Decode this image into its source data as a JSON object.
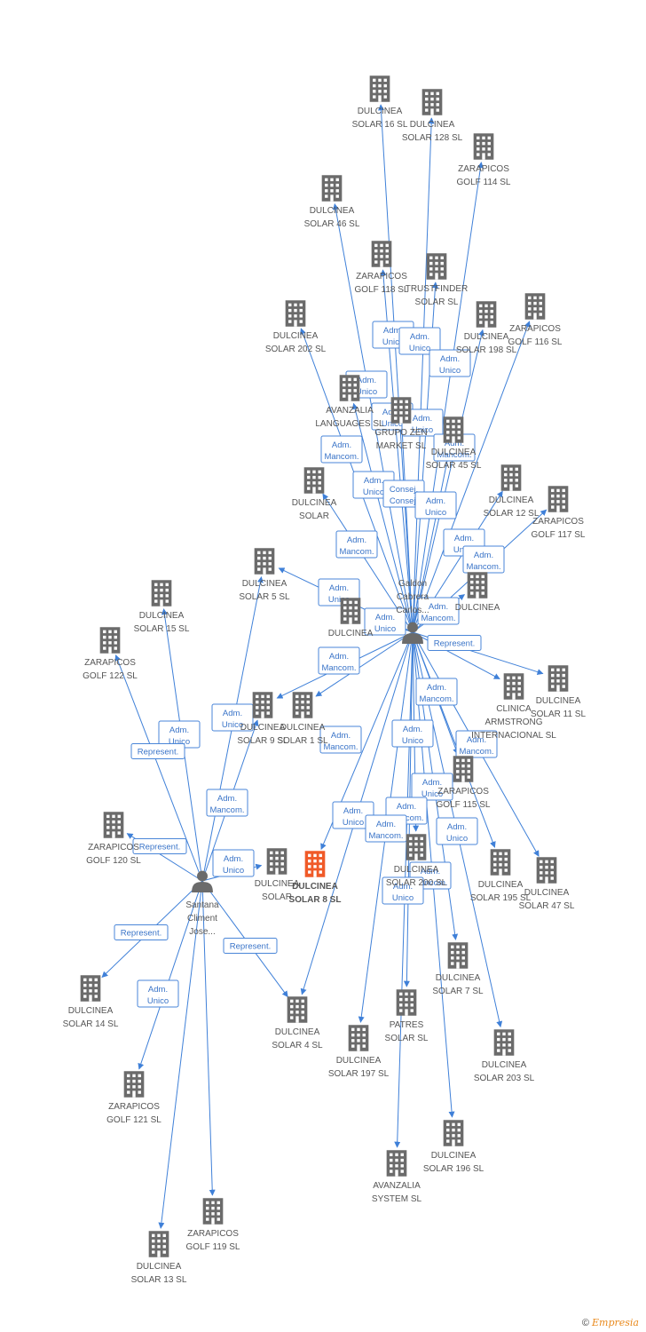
{
  "colors": {
    "edge": "#3f80d8",
    "company": "#6b6b6b",
    "focus": "#f05a28",
    "person": "#6b6b6b"
  },
  "focus_company": "DULCINEA SOLAR 8 SL",
  "persons": [
    {
      "id": "galdon",
      "lines": [
        "Galdon",
        "Cabrera",
        "Carlos..."
      ]
    },
    {
      "id": "santana",
      "lines": [
        "Santana",
        "Climent",
        "Jose..."
      ]
    }
  ],
  "companies": [
    {
      "id": "c16",
      "lines": [
        "DULCINEA",
        "SOLAR 16 SL"
      ]
    },
    {
      "id": "c128",
      "lines": [
        "DULCINEA",
        "SOLAR 128 SL"
      ]
    },
    {
      "id": "z114",
      "lines": [
        "ZARAPICOS",
        "GOLF 114 SL"
      ]
    },
    {
      "id": "c46",
      "lines": [
        "DULCINEA",
        "SOLAR 46 SL"
      ]
    },
    {
      "id": "z118",
      "lines": [
        "ZARAPICOS",
        "GOLF 118 SL"
      ]
    },
    {
      "id": "trust",
      "lines": [
        "TRUSTFINDER",
        "SOLAR SL"
      ]
    },
    {
      "id": "c202",
      "lines": [
        "DULCINEA",
        "SOLAR 202 SL"
      ]
    },
    {
      "id": "c198",
      "lines": [
        "DULCINEA",
        "SOLAR 198 SL"
      ]
    },
    {
      "id": "z116",
      "lines": [
        "ZARAPICOS",
        "GOLF 116 SL"
      ]
    },
    {
      "id": "avlang",
      "lines": [
        "AVANZALIA",
        "LANGUAGES SL"
      ]
    },
    {
      "id": "grupo",
      "lines": [
        "GRUPO ZEN",
        "MARKET SL"
      ]
    },
    {
      "id": "c45",
      "lines": [
        "DULCINEA",
        "SOLAR 45 SL"
      ]
    },
    {
      "id": "cx1",
      "lines": [
        "DULCINEA",
        "SOLAR"
      ]
    },
    {
      "id": "c12",
      "lines": [
        "DULCINEA",
        "SOLAR 12 SL"
      ]
    },
    {
      "id": "z117",
      "lines": [
        "ZARAPICOS",
        "GOLF 117 SL"
      ]
    },
    {
      "id": "c5",
      "lines": [
        "DULCINEA",
        "SOLAR 5 SL"
      ]
    },
    {
      "id": "c15",
      "lines": [
        "DULCINEA",
        "SOLAR 15 SL"
      ]
    },
    {
      "id": "z122",
      "lines": [
        "ZARAPICOS",
        "GOLF 122 SL"
      ]
    },
    {
      "id": "cx2",
      "lines": [
        "DULCINEA",
        ""
      ]
    },
    {
      "id": "cx3",
      "lines": [
        "DULCINEA",
        ""
      ]
    },
    {
      "id": "c11",
      "lines": [
        "DULCINEA",
        "SOLAR 11 SL"
      ]
    },
    {
      "id": "clin",
      "lines": [
        "CLINICA",
        "ARMSTRONG",
        "INTERNACIONAL SL"
      ]
    },
    {
      "id": "c9",
      "lines": [
        "DULCINEA",
        "SOLAR 9 SL"
      ]
    },
    {
      "id": "c1",
      "lines": [
        "DULCINEA",
        "SOLAR 1 SL"
      ]
    },
    {
      "id": "z115",
      "lines": [
        "ZARAPICOS",
        "GOLF 115 SL"
      ]
    },
    {
      "id": "z120",
      "lines": [
        "ZARAPICOS",
        "GOLF 120 SL"
      ]
    },
    {
      "id": "c200",
      "lines": [
        "DULCINEA",
        "SOLAR 200 SL"
      ]
    },
    {
      "id": "c195",
      "lines": [
        "DULCINEA",
        "SOLAR 195 SL"
      ]
    },
    {
      "id": "c47",
      "lines": [
        "DULCINEA",
        "SOLAR 47 SL"
      ]
    },
    {
      "id": "c8",
      "lines": [
        "DULCINEA",
        "SOLAR 8 SL"
      ]
    },
    {
      "id": "cx4",
      "lines": [
        "DULCINEA",
        "SOLAR"
      ]
    },
    {
      "id": "c14",
      "lines": [
        "DULCINEA",
        "SOLAR 14 SL"
      ]
    },
    {
      "id": "c4",
      "lines": [
        "DULCINEA",
        "SOLAR 4 SL"
      ]
    },
    {
      "id": "c7",
      "lines": [
        "DULCINEA",
        "SOLAR 7 SL"
      ]
    },
    {
      "id": "patres",
      "lines": [
        "PATRES",
        "SOLAR SL"
      ]
    },
    {
      "id": "c197",
      "lines": [
        "DULCINEA",
        "SOLAR 197 SL"
      ]
    },
    {
      "id": "c203",
      "lines": [
        "DULCINEA",
        "SOLAR 203 SL"
      ]
    },
    {
      "id": "z121",
      "lines": [
        "ZARAPICOS",
        "GOLF 121 SL"
      ]
    },
    {
      "id": "c196",
      "lines": [
        "DULCINEA",
        "SOLAR 196 SL"
      ]
    },
    {
      "id": "avsys",
      "lines": [
        "AVANZALIA",
        "SYSTEM SL"
      ]
    },
    {
      "id": "z119",
      "lines": [
        "ZARAPICOS",
        "GOLF 119 SL"
      ]
    },
    {
      "id": "c13",
      "lines": [
        "DULCINEA",
        "SOLAR 13 SL"
      ]
    }
  ],
  "relations": [
    {
      "lines": [
        "Adm.",
        "Unico"
      ]
    },
    {
      "lines": [
        "Adm.",
        "Unico"
      ]
    },
    {
      "lines": [
        "Adm.",
        "Unico"
      ]
    },
    {
      "lines": [
        "Adm.",
        "Unico"
      ]
    },
    {
      "lines": [
        "Adm.",
        "Unico"
      ]
    },
    {
      "lines": [
        "Adm.",
        "Unico"
      ]
    },
    {
      "lines": [
        "Adm.",
        "Mancom."
      ]
    },
    {
      "lines": [
        "Adm.",
        "Mancom."
      ]
    },
    {
      "lines": [
        "Adm.",
        "Unico"
      ]
    },
    {
      "lines": [
        "Consej.",
        "Consej."
      ]
    },
    {
      "lines": [
        "Adm.",
        "Unico"
      ]
    },
    {
      "lines": [
        "Adm.",
        "Mancom."
      ]
    },
    {
      "lines": [
        "Adm.",
        "Unico"
      ]
    },
    {
      "lines": [
        "Adm.",
        "Mancom."
      ]
    },
    {
      "lines": [
        "Adm.",
        "Unico"
      ]
    },
    {
      "lines": [
        "Adm.",
        "Mancom."
      ]
    },
    {
      "lines": [
        "Represent."
      ]
    },
    {
      "lines": [
        "Adm.",
        "Mancom."
      ]
    },
    {
      "lines": [
        "Adm.",
        "Unico"
      ]
    },
    {
      "lines": [
        "Adm.",
        "Mancom."
      ]
    },
    {
      "lines": [
        "Adm.",
        "Unico"
      ]
    },
    {
      "lines": [
        "Adm.",
        "Mancom."
      ]
    },
    {
      "lines": [
        "Adm.",
        "Unico"
      ]
    },
    {
      "lines": [
        "Adm.",
        "Unico"
      ]
    },
    {
      "lines": [
        "Represent."
      ]
    },
    {
      "lines": [
        "Adm.",
        "Mancom."
      ]
    },
    {
      "lines": [
        "Adm.",
        "Unico"
      ]
    },
    {
      "lines": [
        "Adm.",
        "Mancom."
      ]
    },
    {
      "lines": [
        "Adm.",
        "Mancom."
      ]
    },
    {
      "lines": [
        "Adm.",
        "Unico"
      ]
    },
    {
      "lines": [
        "Represent."
      ]
    },
    {
      "lines": [
        "Adm.",
        "Mancom."
      ]
    },
    {
      "lines": [
        "Adm.",
        "Unico"
      ]
    },
    {
      "lines": [
        "Adm.",
        "Unico"
      ]
    },
    {
      "lines": [
        "Adm.",
        "Mancom."
      ]
    },
    {
      "lines": [
        "Represent."
      ]
    },
    {
      "lines": [
        "Adm.",
        "Unico"
      ]
    },
    {
      "lines": [
        "Represent."
      ]
    },
    {
      "lines": [
        "Adm.",
        "Unico"
      ]
    }
  ],
  "footer": {
    "copyright": "©",
    "brand": "Empresia"
  }
}
